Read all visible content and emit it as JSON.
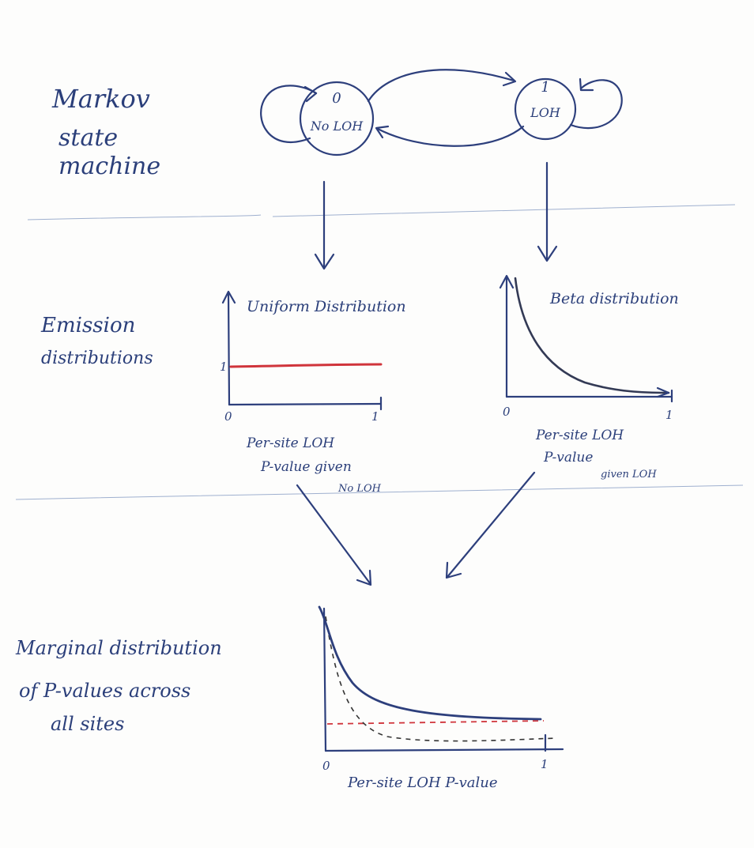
{
  "section_labels": {
    "markov_line1": "Markov",
    "markov_line2": "state",
    "markov_line3": "machine",
    "emission_line1": "Emission",
    "emission_line2": "distributions",
    "marginal_line1": "Marginal distribution",
    "marginal_line2": "of P-values across",
    "marginal_line3": "all sites"
  },
  "states": [
    {
      "id": "0",
      "label": "No LOH"
    },
    {
      "id": "1",
      "label": "LOH"
    }
  ],
  "uniform_panel": {
    "title": "Uniform Distribution",
    "y_tick": "1",
    "x_tick_start": "0",
    "x_tick_end": "1",
    "xlabel_line1": "Per-site LOH",
    "xlabel_line2": "P-value given",
    "xlabel_line3": "No LOH",
    "line_color": "#d0343b"
  },
  "beta_panel": {
    "title": "Beta distribution",
    "x_tick_start": "0",
    "x_tick_end": "1",
    "xlabel_line1": "Per-site LOH",
    "xlabel_line2": "P-value",
    "xlabel_line3": "given LOH"
  },
  "marginal_panel": {
    "x_tick_start": "0",
    "x_tick_end": "1",
    "xlabel": "Per-site LOH P-value",
    "uniform_color": "#d0343b",
    "beta_color": "#333333",
    "marginal_color": "#2d3f7c"
  },
  "colors": {
    "ink": "#2d3f7c",
    "red": "#d0343b",
    "rule": "#9fb0cf"
  }
}
